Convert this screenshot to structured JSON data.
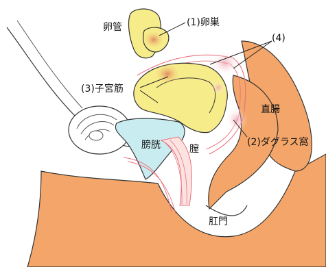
{
  "labels": {
    "oviduct": "卵管",
    "ovary": "(1)卵巣",
    "endometriosis": "(4)",
    "myometrium": "(3)子宮筋",
    "rectum": "直腸",
    "bladder": "膀胱",
    "vagina": "膣",
    "douglas": "(2)ダグラス窩",
    "anus": "肛門"
  },
  "colors": {
    "skin": "#f4a66a",
    "organ_fill": "#f7ec8a",
    "bladder": "#c9ecf0",
    "lesion": "#e8958a",
    "vessel": "#e8707a",
    "outline": "#333333"
  }
}
